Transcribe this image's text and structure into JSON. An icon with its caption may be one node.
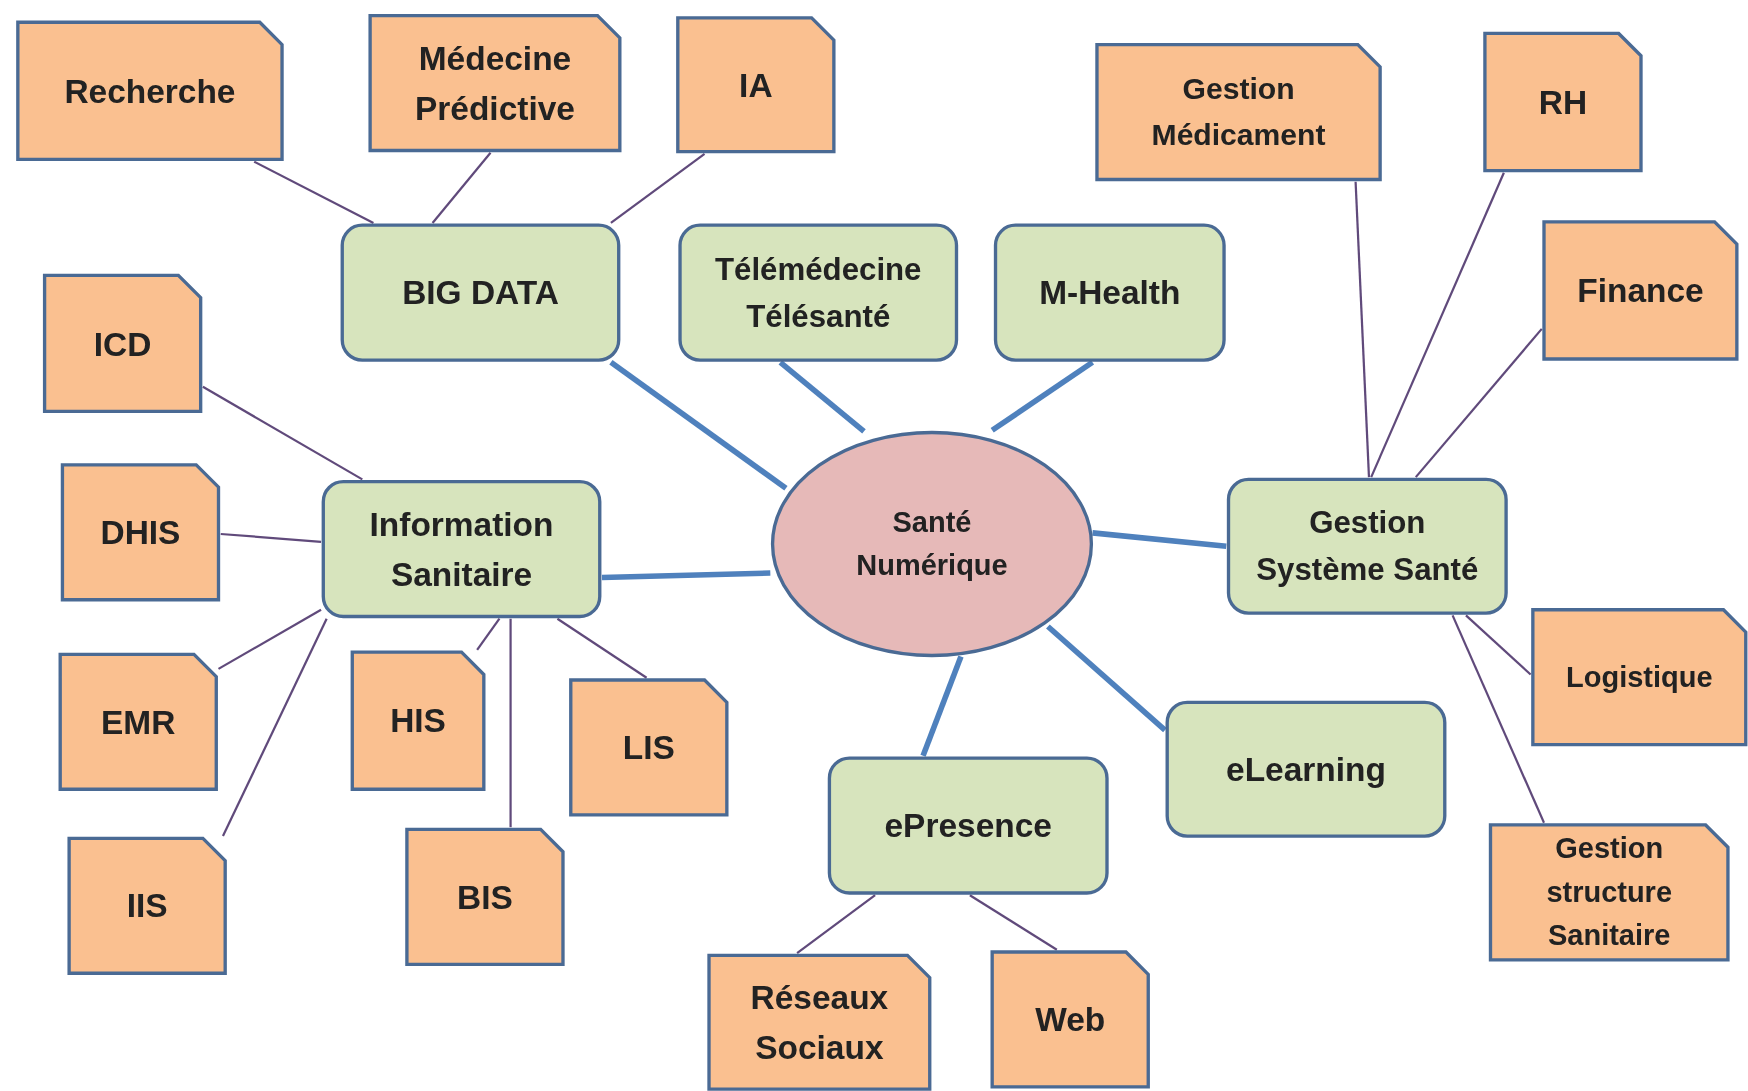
{
  "diagram": {
    "nodes": [
      {
        "text": [
          "Santé Numérique"
        ]
      },
      {
        "text": [
          "BIG DATA"
        ]
      },
      {
        "text": [
          "Télémédecine Télésanté"
        ]
      },
      {
        "text": [
          "M-Health"
        ]
      },
      {
        "text": [
          "Information Sanitaire"
        ]
      },
      {
        "text": [
          "Gestion Système Santé"
        ]
      },
      {
        "text": [
          "eLearning"
        ]
      },
      {
        "text": [
          "ePresence"
        ]
      },
      {
        "text": [
          "Recherche"
        ]
      },
      {
        "text": [
          "Médecine Prédictive"
        ]
      },
      {
        "text": [
          "IA"
        ]
      },
      {
        "text": [
          "Gestion Médicament"
        ]
      },
      {
        "text": [
          "RH"
        ]
      },
      {
        "text": [
          "Finance"
        ]
      },
      {
        "text": [
          "ICD"
        ]
      },
      {
        "text": [
          "DHIS"
        ]
      },
      {
        "text": [
          "EMR"
        ]
      },
      {
        "text": [
          "IIS"
        ]
      },
      {
        "text": [
          "HIS"
        ]
      },
      {
        "text": [
          "BIS"
        ]
      },
      {
        "text": [
          "LIS"
        ]
      },
      {
        "text": [
          "Logistique"
        ]
      },
      {
        "text": [
          "Gestion structure Sanitaire"
        ]
      },
      {
        "text": [
          "Réseaux Sociaux"
        ]
      },
      {
        "text": [
          "Web"
        ]
      }
    ],
    "edges": [
      {
        "from": 0,
        "to": 1,
        "arrow": "none",
        "style": "thick",
        "color": "#4f81bd"
      },
      {
        "from": 0,
        "to": 2,
        "arrow": "none",
        "style": "thick",
        "color": "#4f81bd"
      },
      {
        "from": 0,
        "to": 3,
        "arrow": "none",
        "style": "thick",
        "color": "#4f81bd"
      },
      {
        "from": 0,
        "to": 4,
        "arrow": "none",
        "style": "thick",
        "color": "#4f81bd"
      },
      {
        "from": 0,
        "to": 5,
        "arrow": "none",
        "style": "thick",
        "color": "#4f81bd"
      },
      {
        "from": 0,
        "to": 6,
        "arrow": "none",
        "style": "thick",
        "color": "#4f81bd"
      },
      {
        "from": 0,
        "to": 7,
        "arrow": "none",
        "style": "thick",
        "color": "#4f81bd"
      },
      {
        "from": 1,
        "to": 8,
        "arrow": "none"
      },
      {
        "from": 1,
        "to": 9,
        "arrow": "none"
      },
      {
        "from": 1,
        "to": 10,
        "arrow": "none"
      },
      {
        "from": 4,
        "to": 14,
        "arrow": "none"
      },
      {
        "from": 4,
        "to": 15,
        "arrow": "none"
      },
      {
        "from": 4,
        "to": 16,
        "arrow": "none"
      },
      {
        "from": 4,
        "to": 17,
        "arrow": "none"
      },
      {
        "from": 4,
        "to": 18,
        "arrow": "none"
      },
      {
        "from": 4,
        "to": 19,
        "arrow": "none"
      },
      {
        "from": 4,
        "to": 20,
        "arrow": "none"
      },
      {
        "from": 5,
        "to": 11,
        "arrow": "none"
      },
      {
        "from": 5,
        "to": 12,
        "arrow": "none"
      },
      {
        "from": 5,
        "to": 13,
        "arrow": "none"
      },
      {
        "from": 5,
        "to": 21,
        "arrow": "none"
      },
      {
        "from": 5,
        "to": 22,
        "arrow": "none"
      },
      {
        "from": 7,
        "to": 23,
        "arrow": "none"
      },
      {
        "from": 7,
        "to": 24,
        "arrow": "none"
      }
    ]
  }
}
